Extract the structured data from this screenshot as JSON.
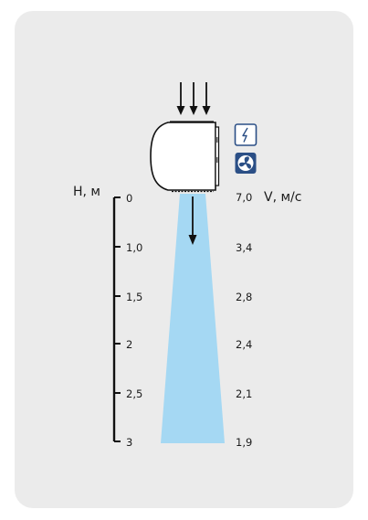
{
  "axis": {
    "h_title": "H, м",
    "v_title": "V, м/с"
  },
  "heights": [
    "0",
    "1,0",
    "1,5",
    "2",
    "2,5",
    "3"
  ],
  "velocities": [
    "7,0",
    "3,4",
    "2,8",
    "2,4",
    "2,1",
    "1,9"
  ],
  "colors": {
    "background_card": "#ebebeb",
    "air_stream": "#a5d8f3",
    "icon_blue": "#2b4f86",
    "line": "#111111"
  },
  "icons": [
    "lightning-icon",
    "fan-icon"
  ]
}
